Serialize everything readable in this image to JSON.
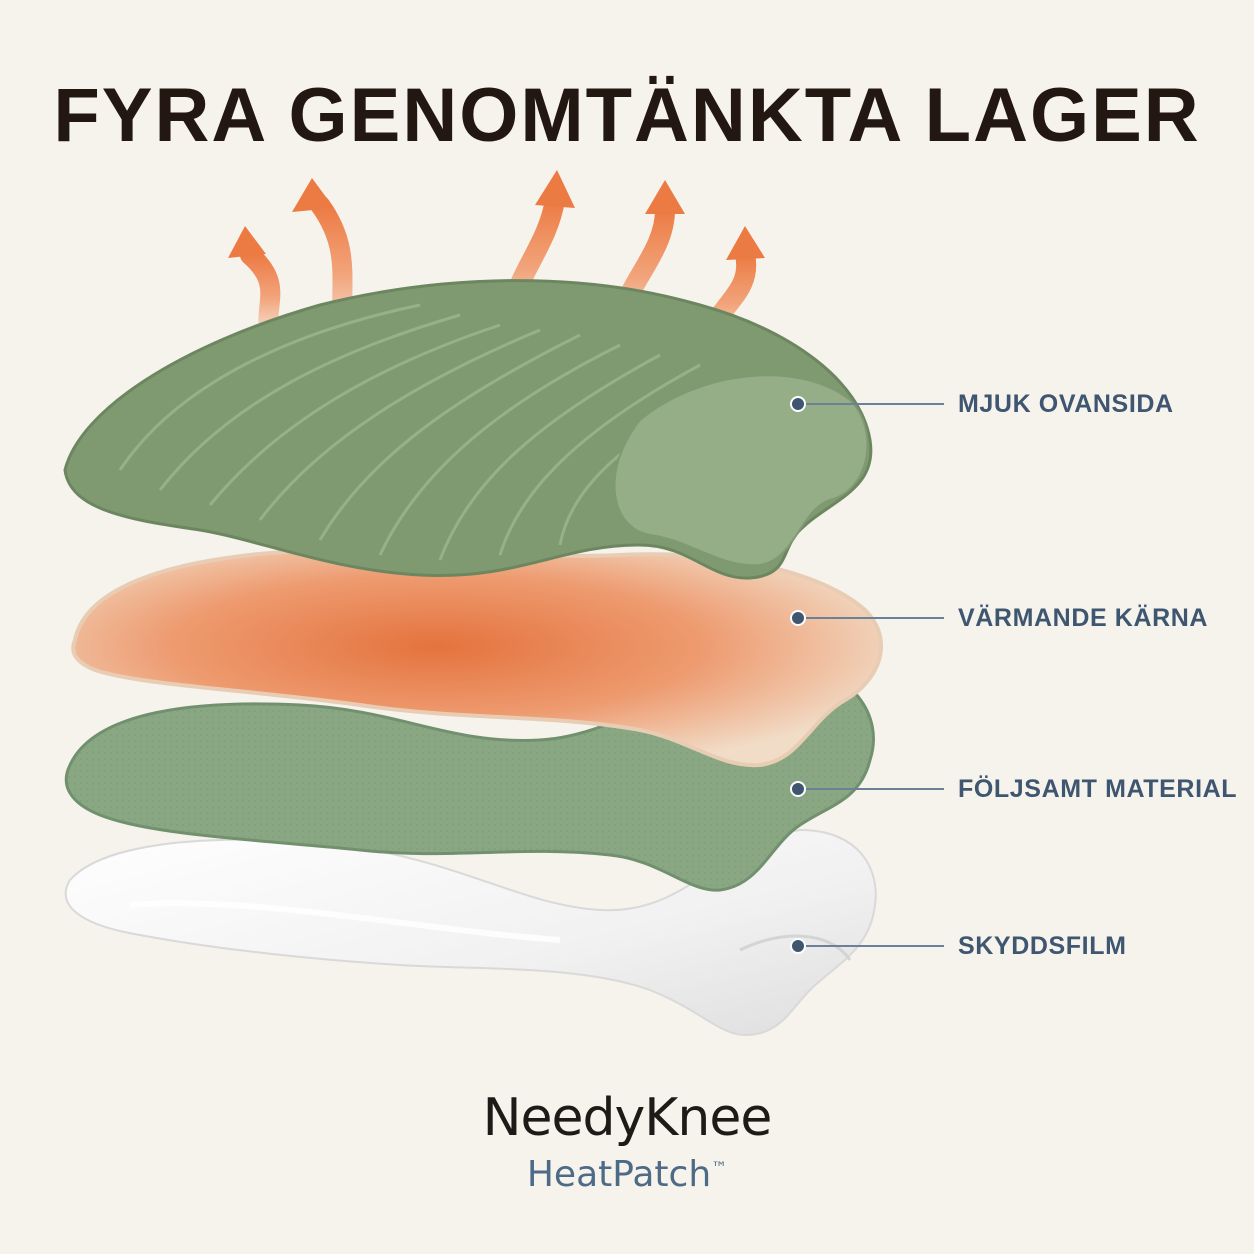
{
  "title": "FYRA GENOMTÄNKTA LAGER",
  "layers": [
    {
      "label": "MJUK OVANSIDA",
      "color": "#8fa87e"
    },
    {
      "label": "VÄRMANDE KÄRNA",
      "color": "#e7895a"
    },
    {
      "label": "FÖLJSAMT MATERIAL",
      "color": "#8aa783"
    },
    {
      "label": "SKYDDSFILM",
      "color": "#f3f3f3"
    }
  ],
  "brand": {
    "name": "NeedyKnee",
    "product": "HeatPatch",
    "trademark": "™"
  },
  "colors": {
    "background": "#f6f2ec",
    "title": "#231712",
    "label": "#3f5670",
    "heat_arrow": "#ee7a45"
  }
}
